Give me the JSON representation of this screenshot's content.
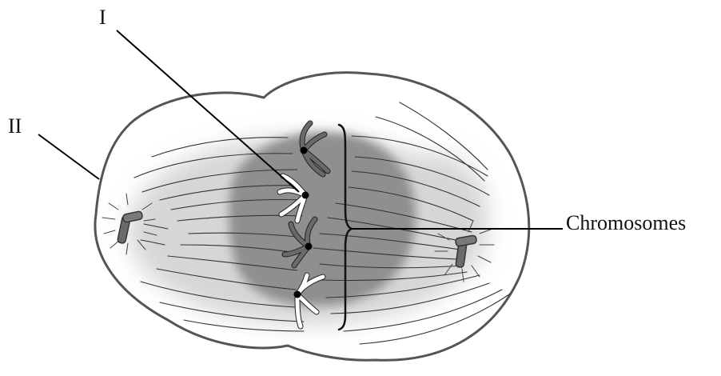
{
  "labels": {
    "i": "I",
    "ii": "II",
    "chromosomes": "Chromosomes"
  },
  "colors": {
    "cell_outline": "#555555",
    "cytoplasm": "#d6d6d6",
    "nucleus_region": "#8f8f8f",
    "spindle_fiber": "#333333",
    "dark_chromosome": "#555555",
    "light_chromosome": "#ffffff",
    "centromere": "#000000",
    "centriole": "#6b6b6b",
    "leader_line": "#000000"
  }
}
